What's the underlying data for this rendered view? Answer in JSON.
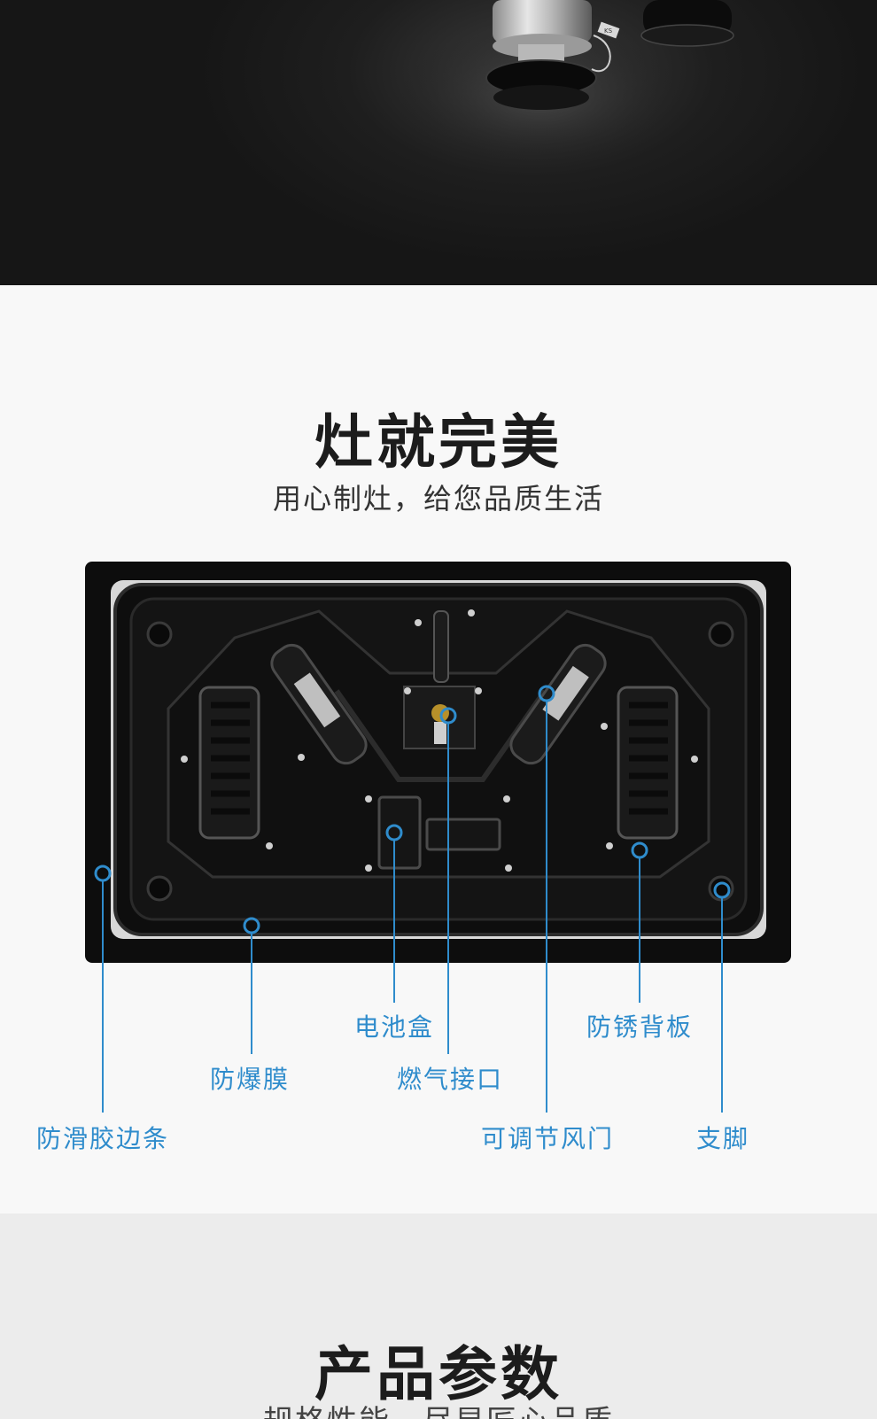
{
  "hero": {
    "knob_text": "KS"
  },
  "headline": {
    "title": "灶就完美",
    "subtitle": "用心制灶，给您品质生活"
  },
  "callouts": {
    "anti_slip_strip": "防滑胶边条",
    "explosion_film": "防爆膜",
    "battery_box": "电池盒",
    "gas_inlet": "燃气接口",
    "air_damper": "可调节风门",
    "rustproof_back": "防锈背板",
    "foot": "支脚"
  },
  "params": {
    "title": "产品参数",
    "subtitle_partial": "规格性能，尽显匠心品质"
  },
  "colors": {
    "accent": "#2f8ccc",
    "hero_bg": "#1e1e1e",
    "panel_black": "#0e0e0e",
    "page_bg": "#f8f8f8"
  }
}
